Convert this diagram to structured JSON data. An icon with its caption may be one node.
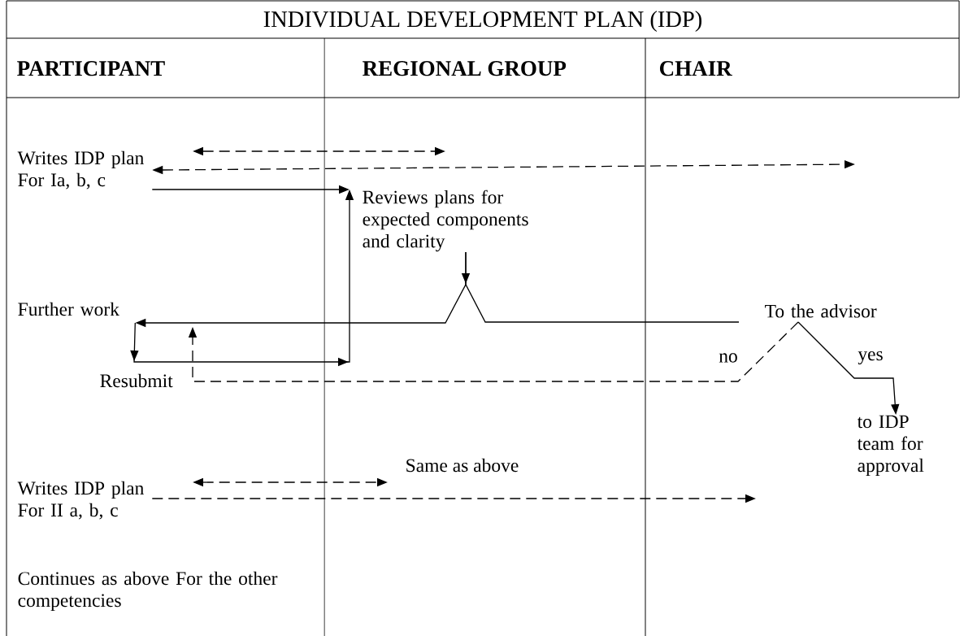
{
  "diagram": {
    "title": "INDIVIDUAL DEVELOPMENT PLAN (IDP)",
    "nodes": [
      {
        "text": [
          "Writes IDP plan For Ia, b, c"
        ]
      },
      {
        "text": [
          "Reviews plans for expected components and clarity"
        ]
      },
      {
        "text": [
          "Further work"
        ]
      },
      {
        "text": [
          "To the advisor"
        ]
      },
      {
        "text": [
          "to IDP team for approval"
        ]
      },
      {
        "text": [
          "Writes IDP plan For II a, b, c"
        ]
      }
    ],
    "edges": [
      {
        "from": 0,
        "to": null,
        "arrow": "both",
        "style": "dashed"
      },
      {
        "from": 0,
        "to": 1,
        "arrow": "to"
      },
      {
        "from": 1,
        "to": 2,
        "arrow": "to"
      },
      {
        "from": 1,
        "to": 3,
        "arrow": "none"
      },
      {
        "from": 2,
        "to": 1,
        "arrow": "to"
      },
      {
        "from": 3,
        "to": 2,
        "arrow": "to",
        "style": "dashed",
        "label": "no"
      },
      {
        "from": 3,
        "to": 4,
        "arrow": "to",
        "label": "yes"
      },
      {
        "from": 5,
        "to": null,
        "arrow": "to",
        "style": "dashed"
      }
    ],
    "labels": [
      "PARTICIPANT",
      "REGIONAL GROUP",
      "CHAIR",
      "Resubmit",
      "Same as above",
      "Continues as above For the other competencies"
    ]
  }
}
